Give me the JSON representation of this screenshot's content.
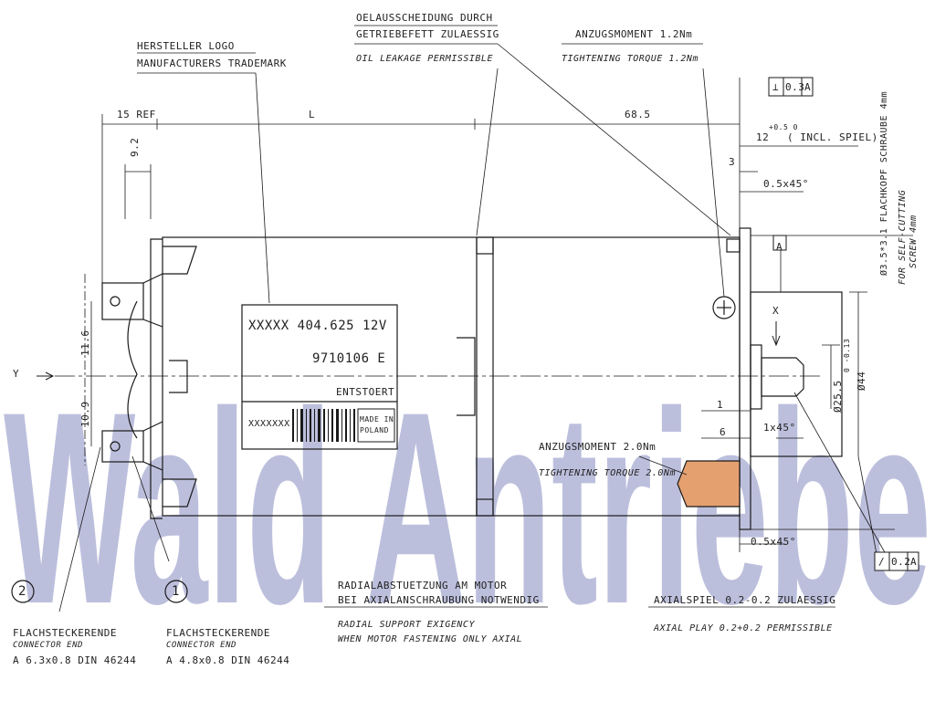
{
  "watermark": {
    "text": "Wald Antriebe",
    "color": "#b9bcdb"
  },
  "callouts": {
    "logo_de": "HERSTELLER LOGO",
    "logo_en": "MANUFACTURERS TRADEMARK",
    "oil_de_1": "OELAUSSCHEIDUNG DURCH",
    "oil_de_2": "GETRIEBEFETT ZULAESSIG",
    "oil_en": "OIL LEAKAGE PERMISSIBLE",
    "torque_top_de": "ANZUGSMOMENT 1.2Nm",
    "torque_top_en": "TIGHTENING TORQUE 1.2Nm",
    "torque_mid_de": "ANZUGSMOMENT 2.0Nm",
    "torque_mid_en": "TIGHTENING TORQUE 2.0Nm",
    "screw_de": "Ø3.5*3.1 FLACHKOPF SCHRAUBE 4mm",
    "screw_en_1": "FOR SELF-CUTTING",
    "screw_en_2": "SCREW 4mm"
  },
  "dims": {
    "ref": "15 REF",
    "L": "L",
    "len": "68.5",
    "gap": "9.2",
    "incl_1": "12",
    "incl_tol": "+0.5 0",
    "incl_2": "( INCL. SPIEL)",
    "three": "3",
    "chamfer": "0.5x45°",
    "chamfer_bottom": "0.5x45°",
    "one": "1",
    "six": "6",
    "cham2": "1x45°",
    "d44": "Ø44",
    "d25": "Ø25.5",
    "d25_tol": "0 -0.13",
    "h116": "11.6",
    "h109": "10.9",
    "y": "Y",
    "x": "X",
    "a": "A"
  },
  "tolerance_frames": {
    "top": {
      "sym": "⊥",
      "val": "0.3",
      "ref": "A"
    },
    "bottom": {
      "sym": "/",
      "val": "0.2",
      "ref": "A"
    }
  },
  "label_plate": {
    "line1": "XXXXX 404.625 12V",
    "line2": "9710106 E",
    "line3": "ENTSTOERT",
    "code": "XXXXXXX",
    "made_1": "MADE IN",
    "made_2": "POLAND"
  },
  "connectors": {
    "c2_num": "2",
    "c2_de": "FLACHSTECKERENDE",
    "c2_en": "CONNECTOR END",
    "c2_spec": "A 6.3x0.8 DIN 46244",
    "c1_num": "1",
    "c1_de": "FLACHSTECKERENDE",
    "c1_en": "CONNECTOR END",
    "c1_spec": "A 4.8x0.8 DIN 46244"
  },
  "notes": {
    "radial_de_1": "RADIALABSTUETZUNG AM MOTOR",
    "radial_de_2": "BEI AXIALANSCHRAUBUNG NOTWENDIG",
    "radial_en_1": "RADIAL SUPPORT EXIGENCY",
    "radial_en_2": "WHEN MOTOR FASTENING ONLY AXIAL",
    "axial_de": "AXIALSPIEL 0.2-0.2 ZULAESSIG",
    "axial_en": "AXIAL PLAY 0.2+0.2 PERMISSIBLE"
  }
}
